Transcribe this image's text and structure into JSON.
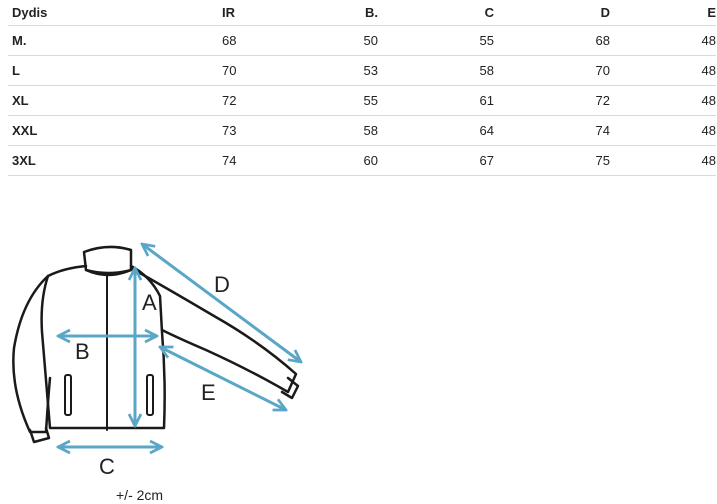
{
  "table": {
    "headers": [
      "Dydis",
      "IR",
      "B.",
      "C",
      "D",
      "E"
    ],
    "rows": [
      [
        "M.",
        "68",
        "50",
        "55",
        "68",
        "48"
      ],
      [
        "L",
        "70",
        "53",
        "58",
        "70",
        "48"
      ],
      [
        "XL",
        "72",
        "55",
        "61",
        "72",
        "48"
      ],
      [
        "XXL",
        "73",
        "58",
        "64",
        "74",
        "48"
      ],
      [
        "3XL",
        "74",
        "60",
        "67",
        "75",
        "48"
      ]
    ]
  },
  "diagram": {
    "labels": {
      "a": "A",
      "b": "B",
      "c": "C",
      "d": "D",
      "e": "E"
    },
    "arrow_color": "#5aa6c7",
    "outline_color": "#1a1a1a"
  },
  "tolerance": "+/- 2cm"
}
